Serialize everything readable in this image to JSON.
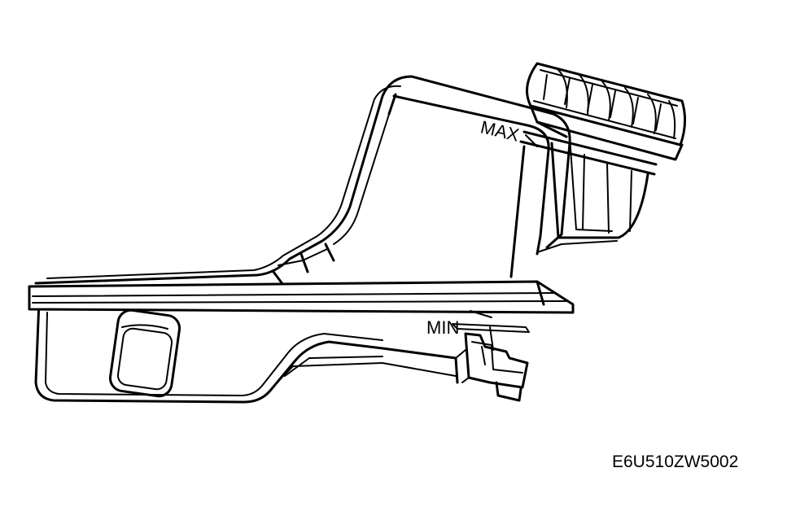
{
  "labels": {
    "max": "MAX",
    "min": "MIN"
  },
  "figure_code": "E6U510ZW5002"
}
